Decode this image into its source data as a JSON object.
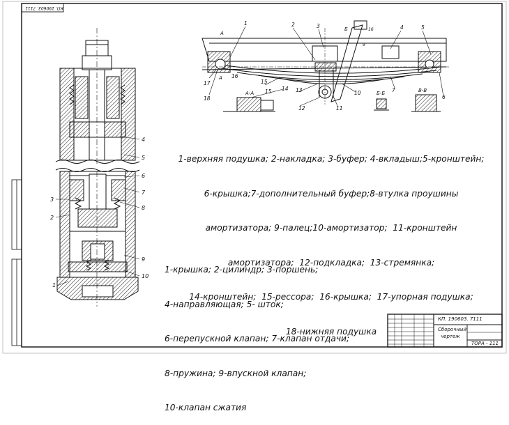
{
  "drawing": {
    "doc_code_top": "КП. 190603. 7111",
    "legend_suspension": [
      "1-верхняя подушка; 2-накладка; 3-буфер; 4-вкладыш;5-кронштейн;",
      "6-крышка;7-дополнительный буфер;8-втулка проушины",
      "амортизатора; 9-палец;10-амортизатор;  11-кронштейн",
      "амортизатора;  12-подкладка;  13-стремянка;",
      "14-кронштейн;  15-рессора;  16-крышка;  17-упорная подушка;",
      "18-нижняя подушка"
    ],
    "legend_shock": [
      "1-крышка; 2-цилиндр; 3-поршень;",
      "4-направляющая; 5- шток;",
      "6-перепускной клапан; 7-клапан отдачи;",
      "8-пружина; 9-впускной клапан;",
      "10-клапан сжатия"
    ],
    "section_labels": {
      "aa_top": "А",
      "aa_view": "А-А",
      "bb_top": "Б",
      "bb_view": "Б-Б",
      "vv_view": "В-В"
    },
    "callouts_left": [
      "4",
      "5",
      "6",
      "7",
      "8",
      "3",
      "2",
      "9",
      "10",
      "1"
    ],
    "callouts_right": [
      "1",
      "2",
      "3",
      "15",
      "16",
      "4",
      "5",
      "17",
      "18",
      "15",
      "14",
      "13",
      "12",
      "11",
      "10",
      "7",
      "6"
    ],
    "title_block": {
      "code": "КП. 190603. 7111",
      "title_line1": "Сборочный",
      "title_line2": "чертеж",
      "group": "ТОРА - 111"
    }
  }
}
